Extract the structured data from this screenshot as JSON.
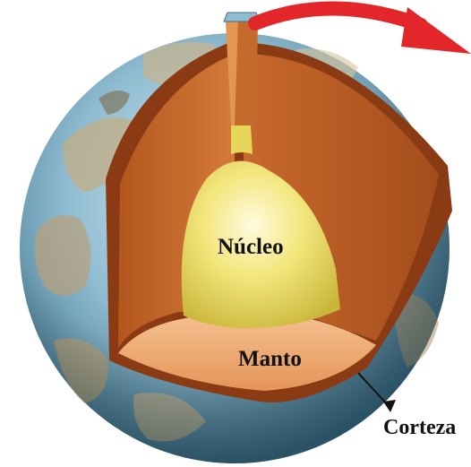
{
  "labels": {
    "core": "Núcleo",
    "mantle": "Manto",
    "crust": "Corteza"
  },
  "colors": {
    "ocean": "#8fbcd1",
    "land": "#c2ae84",
    "crust_band": "#8b3b14",
    "mantle": "#c86b2e",
    "mantle_floor": "#eba26a",
    "core": "#f3e67c",
    "arrow": "#e3262a"
  }
}
